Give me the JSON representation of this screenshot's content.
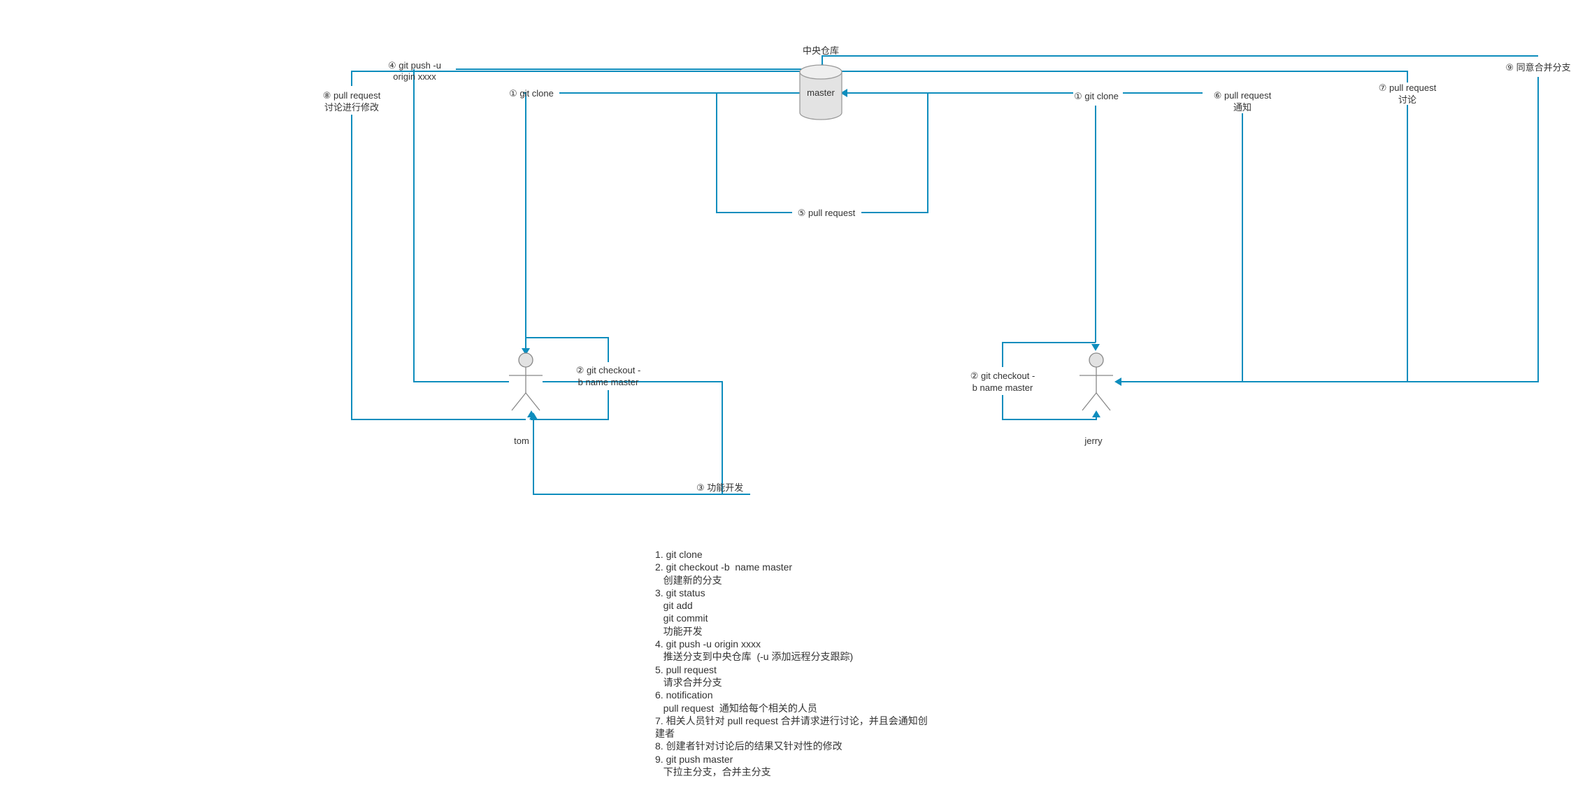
{
  "repo": {
    "title": "中央仓库",
    "branch": "master"
  },
  "actors": {
    "left": "tom",
    "right": "jerry"
  },
  "labels": {
    "clone_left": "① git clone",
    "clone_right": "① git clone",
    "checkout_left": [
      "② git checkout -",
      "b name master"
    ],
    "checkout_right": [
      "② git checkout -",
      "b name master"
    ],
    "develop": "③  功能开发",
    "push": [
      "④ git push -u",
      "origin xxxx"
    ],
    "pull_request": "⑤  pull request",
    "notify": [
      "⑥ pull request",
      "通知"
    ],
    "discuss": [
      "⑦ pull request",
      "讨论"
    ],
    "modify": [
      "⑧ pull request",
      "讨论进行修改"
    ],
    "merge": "⑨ 同意合并分支"
  },
  "notes": [
    "1. git clone",
    "2. git checkout -b  name master",
    "   创建新的分支",
    "3. git status",
    "   git add",
    "   git commit",
    "   功能开发",
    "4. git push -u origin xxxx",
    "   推送分支到中央仓库  (-u 添加远程分支跟踪)",
    "5. pull request",
    "   请求合并分支",
    "6. notification",
    "   pull request  通知给每个相关的人员",
    "7. 相关人员针对 pull request 合并请求进行讨论，并且会通知创",
    "建者",
    "8. 创建者针对讨论后的结果又针对性的修改",
    "9. git push master",
    "   下拉主分支，合并主分支"
  ]
}
